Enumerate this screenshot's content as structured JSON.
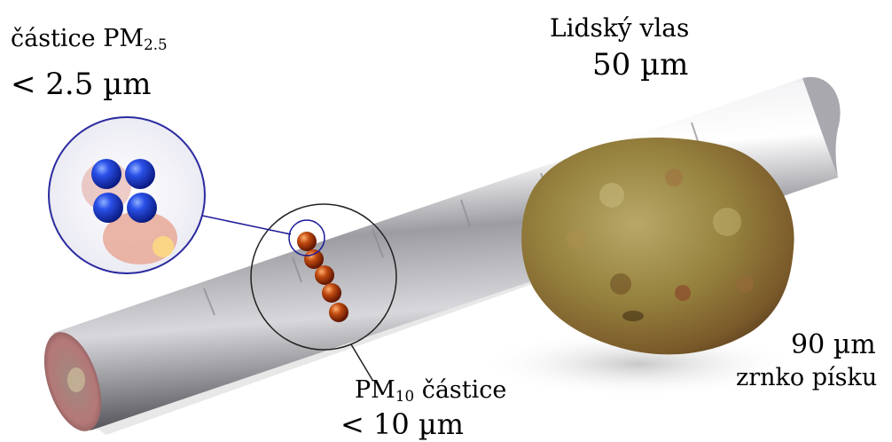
{
  "labels": {
    "pm25_text": "částice PM",
    "pm25_sub": "2.5",
    "pm25_size": "< 2.5 µm",
    "hair_name": "Lidský vlas",
    "hair_size": "50 µm",
    "sand_size": "90 µm",
    "sand_name": "zrnko písku",
    "pm10_prefix": "PM",
    "pm10_sub": "10",
    "pm10_suffix": " částice",
    "pm10_size": "< 10 µm"
  },
  "colors": {
    "hair_metal": "#b8b8bc",
    "sand_grain": "#8a7a3a",
    "pm25_particle": "#1e3fd6",
    "pm10_particle": "#b03a10",
    "circle_outline": "#1a1a99"
  }
}
